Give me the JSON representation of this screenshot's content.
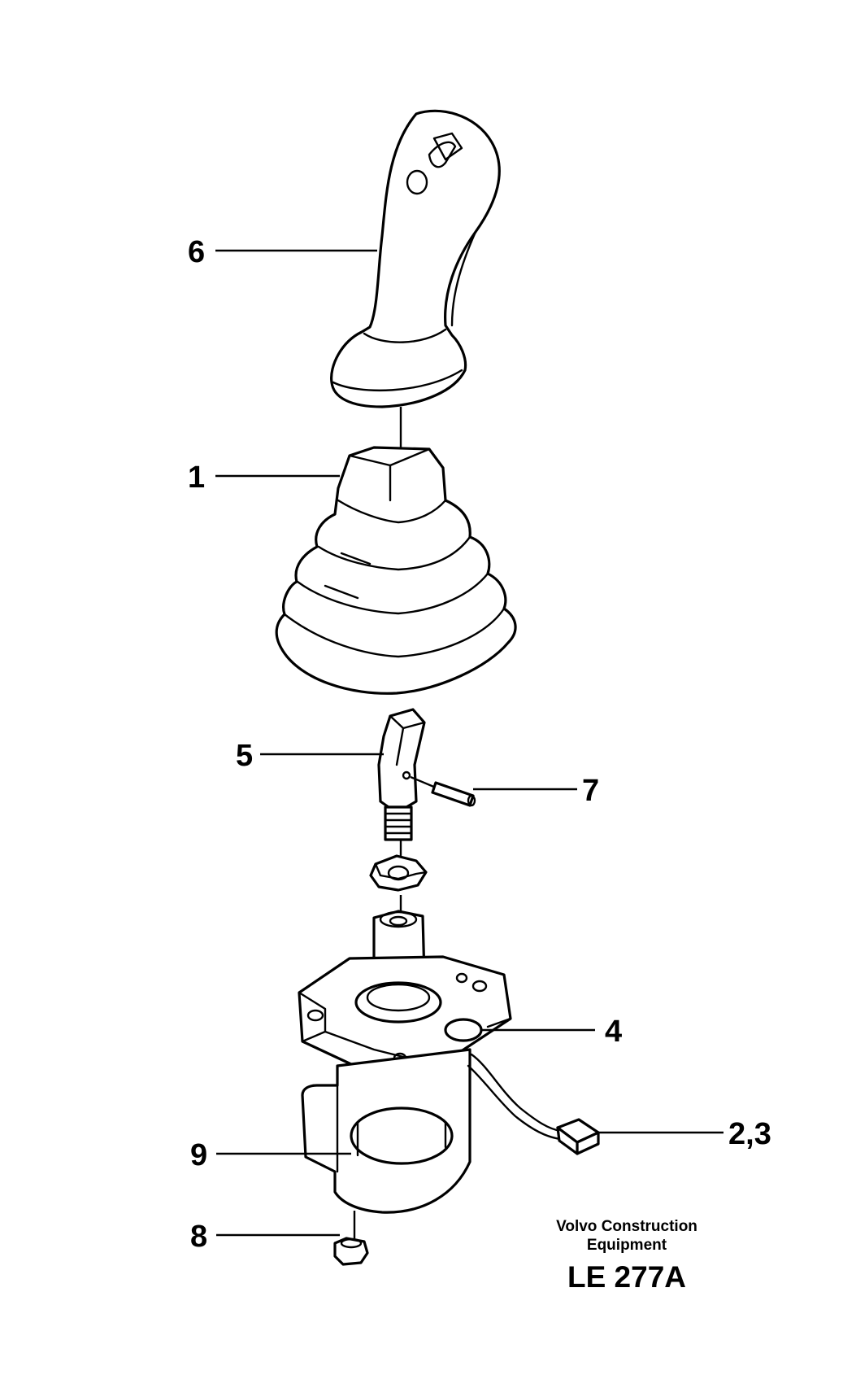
{
  "diagram": {
    "callouts": [
      {
        "id": "6",
        "label": "6"
      },
      {
        "id": "1",
        "label": "1"
      },
      {
        "id": "5",
        "label": "5"
      },
      {
        "id": "7",
        "label": "7"
      },
      {
        "id": "4",
        "label": "4"
      },
      {
        "id": "2,3",
        "label": "2,3"
      },
      {
        "id": "9",
        "label": "9"
      },
      {
        "id": "8",
        "label": "8"
      }
    ],
    "publisher_line1": "Volvo Construction",
    "publisher_line2": "Equipment",
    "figure_code": "LE 277A"
  }
}
